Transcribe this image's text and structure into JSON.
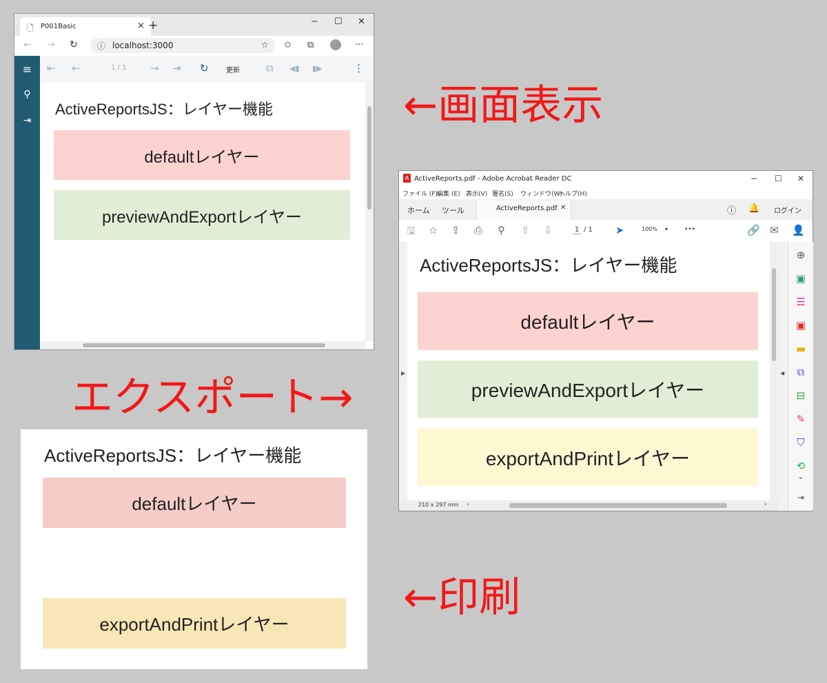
{
  "browser": {
    "tab_title": "P001Basic",
    "tab_close": "×",
    "new_tab": "+",
    "win_min": "−",
    "win_max": "☐",
    "win_close": "✕",
    "url": "localhost:3000",
    "toolbar": {
      "page_counter": "1 / 1",
      "refresh_label": "更新"
    }
  },
  "report": {
    "title": "ActiveReportsJS：レイヤー機能",
    "layers": {
      "default": "defaultレイヤー",
      "preview": "previewAndExportレイヤー",
      "print": "exportAndPrintレイヤー"
    }
  },
  "acrobat": {
    "window_title": "ActiveReports.pdf - Adobe Acrobat Reader DC",
    "win_min": "−",
    "win_max": "☐",
    "win_close": "✕",
    "menu": [
      "ファイル (F)",
      "編集 (E)",
      "表示(V)",
      "署名(S)",
      "ウィンドウ(W)",
      "ヘルプ(H)"
    ],
    "tabs": {
      "home": "ホーム",
      "tools": "ツール",
      "file": "ActiveReports.pdf",
      "close": "✕"
    },
    "login": "ログイン",
    "page_current": "1",
    "page_total": "/ 1",
    "zoom": "100%",
    "more": "•••",
    "page_size": "210 x 297 mm"
  },
  "annotations": {
    "screen": "←画面表示",
    "export": "エクスポート→",
    "print": "←印刷"
  },
  "colors": {
    "default_layer": "#fcd3cf",
    "preview_layer": "#e1eed5",
    "print_layer": "#fdf7d2",
    "annotation": "#f21818",
    "viewer_sidebar": "#205b73"
  }
}
